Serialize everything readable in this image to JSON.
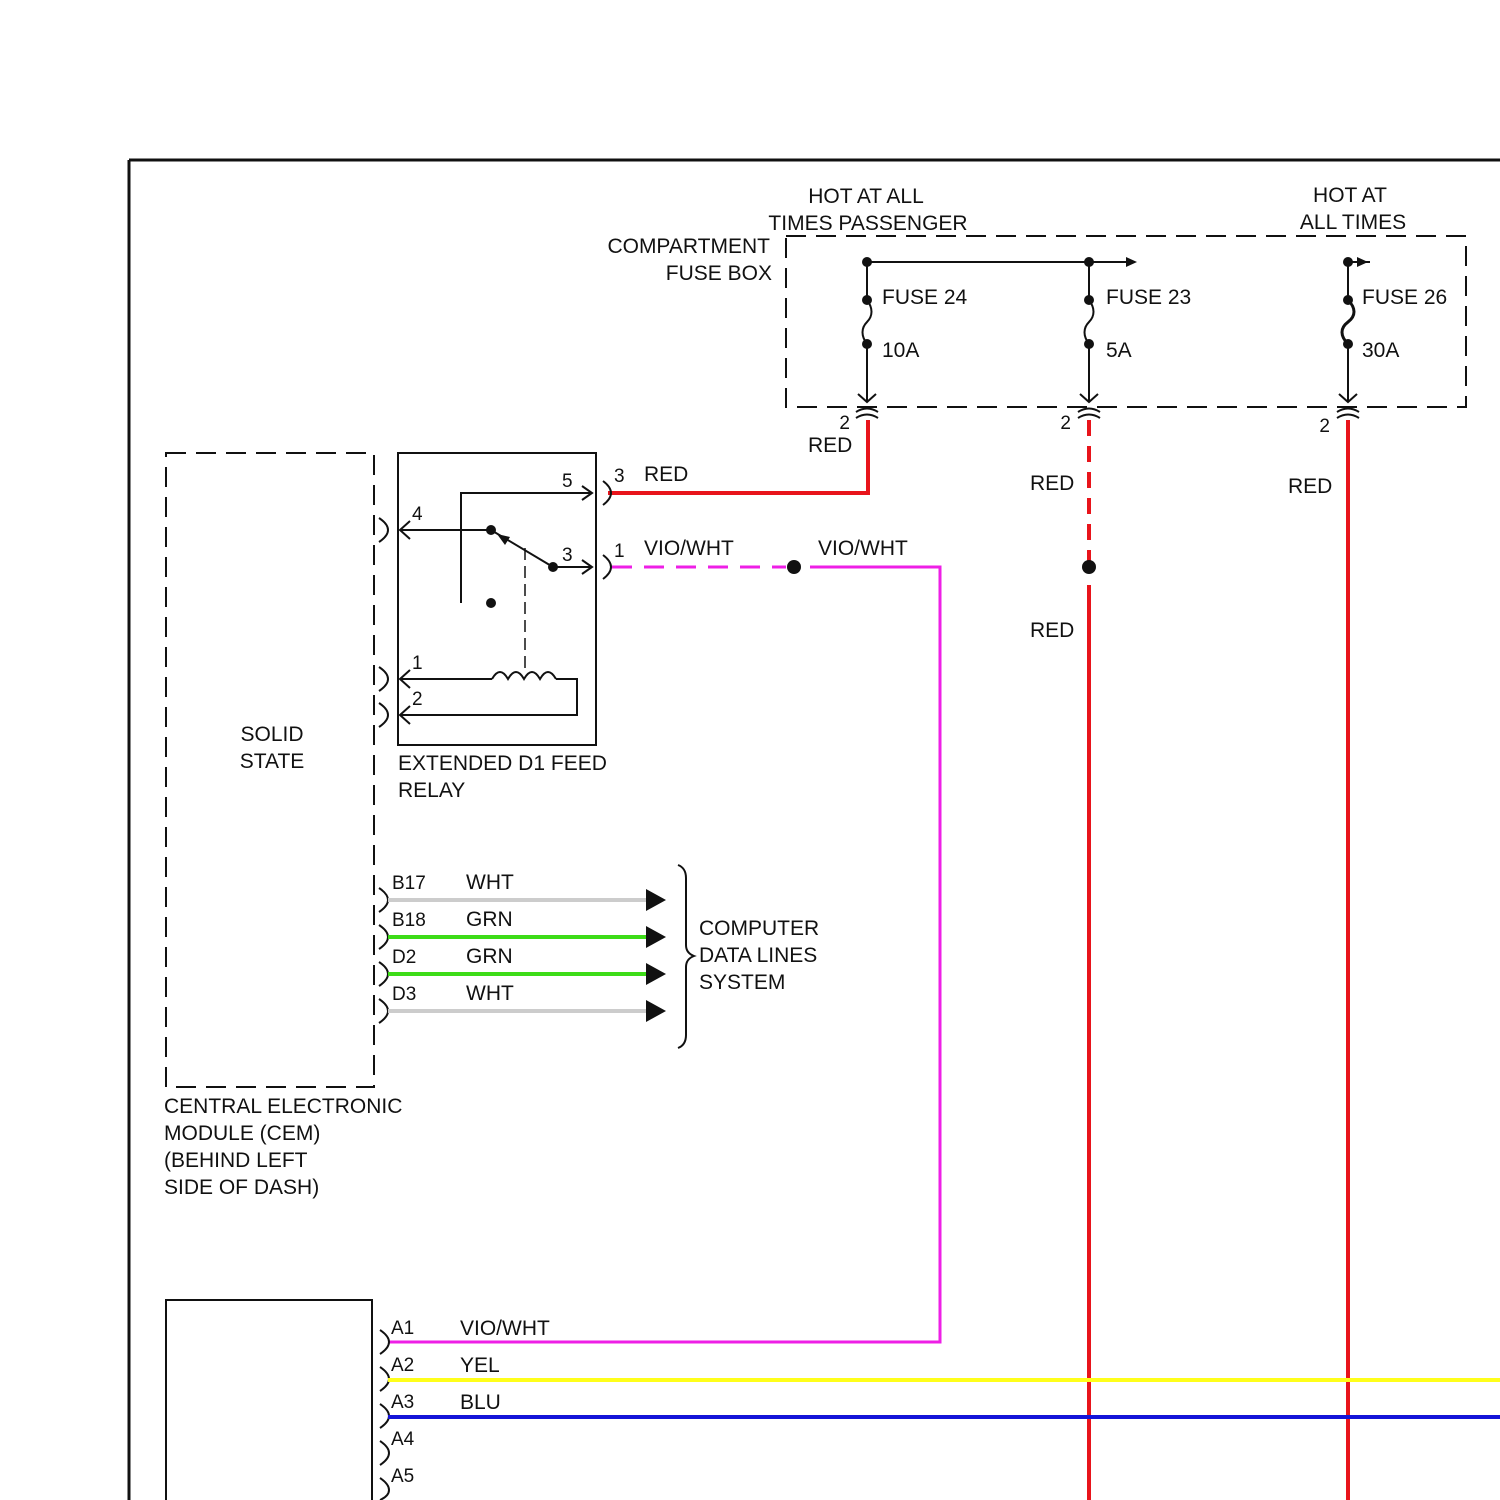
{
  "fuse_box": {
    "label_line1": "COMPARTMENT",
    "label_line2": "FUSE BOX",
    "hot_passenger_line1": "HOT AT ALL",
    "hot_passenger_line2": "TIMES PASSENGER",
    "hot_all_line1": "HOT AT",
    "hot_all_line2": "ALL TIMES",
    "fuses": [
      {
        "name": "FUSE 24",
        "rating": "10A",
        "pin": "2",
        "wire": "RED"
      },
      {
        "name": "FUSE 23",
        "rating": "5A",
        "pin": "2",
        "wire": "RED",
        "wire_lower": "RED"
      },
      {
        "name": "FUSE 26",
        "rating": "30A",
        "pin": "2",
        "wire": "RED"
      }
    ]
  },
  "relay": {
    "label_line1": "EXTENDED D1 FEED",
    "label_line2": "RELAY",
    "internal_pins": [
      "5",
      "4",
      "3",
      "1",
      "2"
    ],
    "pin3": {
      "pin": "3",
      "wire": "RED"
    },
    "pin1": {
      "pin": "1",
      "wire": "VIO/WHT",
      "wire_after_splice": "VIO/WHT"
    }
  },
  "cem": {
    "inner_line1": "SOLID",
    "inner_line2": "STATE",
    "label_lines": [
      "CENTRAL ELECTRONIC",
      "MODULE (CEM)",
      "(BEHIND LEFT",
      "SIDE OF DASH)"
    ],
    "data_pins": [
      {
        "pin": "B17",
        "wire": "WHT"
      },
      {
        "pin": "B18",
        "wire": "GRN"
      },
      {
        "pin": "D2",
        "wire": "GRN"
      },
      {
        "pin": "D3",
        "wire": "WHT"
      }
    ]
  },
  "data_lines": {
    "label_lines": [
      "COMPUTER",
      "DATA LINES",
      "SYSTEM"
    ]
  },
  "bottom_connector": {
    "pins": [
      {
        "pin": "A1",
        "wire": "VIO/WHT"
      },
      {
        "pin": "A2",
        "wire": "YEL"
      },
      {
        "pin": "A3",
        "wire": "BLU"
      },
      {
        "pin": "A4",
        "wire": ""
      },
      {
        "pin": "A5",
        "wire": ""
      }
    ]
  },
  "colors": {
    "red": "#e8141b",
    "vio_wht": "#ee1fe6",
    "wht": "#cccccc",
    "grn": "#3ddc18",
    "yel": "#ffff1a",
    "blu": "#1414d8"
  }
}
